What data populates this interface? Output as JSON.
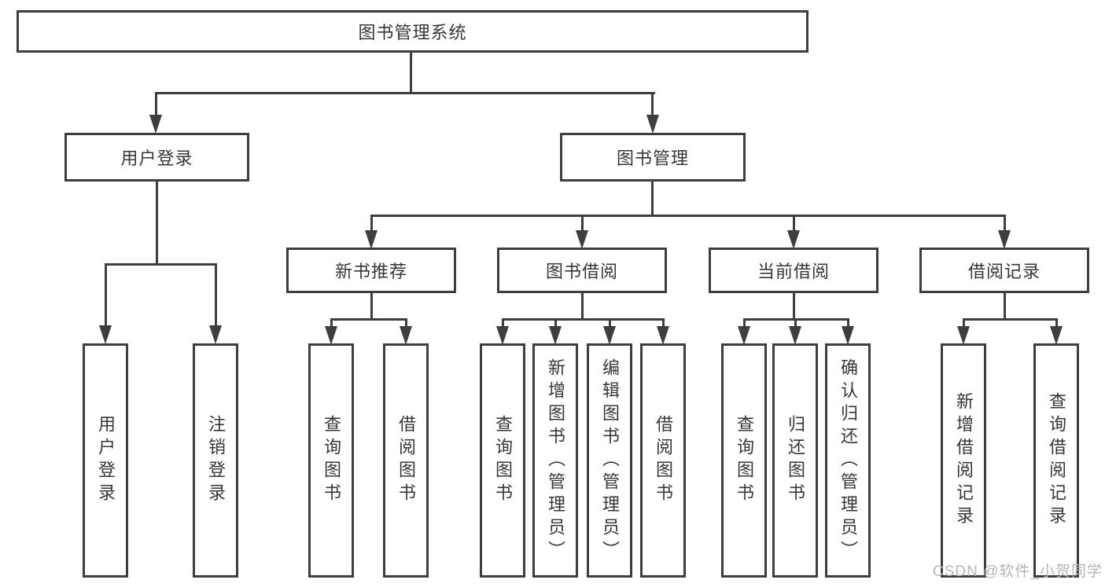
{
  "tree": {
    "root_label": "图书管理系统",
    "branches": [
      {
        "label": "用户登录",
        "children": [
          {
            "label": "用户登录"
          },
          {
            "label": "注销登录"
          }
        ]
      },
      {
        "label": "图书管理",
        "children": [
          {
            "label": "新书推荐",
            "children": [
              {
                "label": "查询图书"
              },
              {
                "label": "借阅图书"
              }
            ]
          },
          {
            "label": "图书借阅",
            "children": [
              {
                "label": "查询图书"
              },
              {
                "label": "新增图书（管理员）"
              },
              {
                "label": "编辑图书（管理员）"
              },
              {
                "label": "借阅图书"
              }
            ]
          },
          {
            "label": "当前借阅",
            "children": [
              {
                "label": "查询图书"
              },
              {
                "label": "归还图书"
              },
              {
                "label": "确认归还（管理员）"
              }
            ]
          },
          {
            "label": "借阅记录",
            "children": [
              {
                "label": "新增借阅记录"
              },
              {
                "label": "查询借阅记录"
              }
            ]
          }
        ]
      }
    ]
  },
  "watermark": {
    "text": "CSDN @软件_小贺同学"
  },
  "colors": {
    "line": "#3e3e3e",
    "text": "#363636",
    "watermark": "#b6b6b6",
    "background": "#ffffff"
  }
}
